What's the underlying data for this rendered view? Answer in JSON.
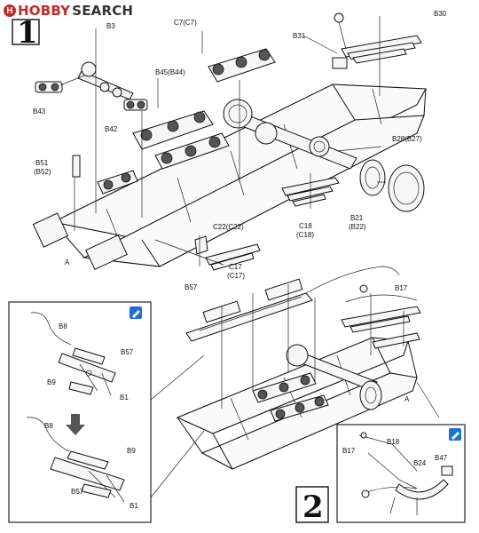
{
  "header": {
    "logo_mark": "H",
    "logo_word_1": "HOBBY",
    "logo_word_2": "SEARCH"
  },
  "steps": [
    {
      "number": "1"
    },
    {
      "number": "2"
    }
  ],
  "step1_labels": {
    "b30": "B30",
    "b31": "B31",
    "b3": "B3",
    "c7": "C7(C7)",
    "b45": "B45(B44)",
    "b43": "B43",
    "b42": "B42",
    "b28": "B28(B27)",
    "b51": "B51",
    "b52": "(B52)",
    "b21": "B21",
    "b22": "(B22)",
    "c18": "C18",
    "c18b": "(C18)",
    "c22": "C22(C22)",
    "c17": "C17",
    "c17b": "(C17)",
    "a": "A"
  },
  "step2_labels": {
    "b57": "B57",
    "b17": "B17",
    "a": "A"
  },
  "inset_left_labels": {
    "b8_top": "B8",
    "b57_top": "B57",
    "b9_top": "B9",
    "b1_top": "B1",
    "b8_bottom": "B8",
    "b9_bottom": "B9",
    "b57_bottom": "B57",
    "b1_bottom": "B1"
  },
  "inset_right_labels": {
    "b18": "B18",
    "b17": "B17",
    "b24": "B24",
    "b47": "B47"
  },
  "icons": {
    "pencil_left": "pencil-icon",
    "pencil_right": "pencil-icon",
    "down_arrow": "arrow-down-icon"
  },
  "colors": {
    "logo_red": "#c62828",
    "pencil_blue": "#1e6fd9",
    "line": "#111111"
  }
}
